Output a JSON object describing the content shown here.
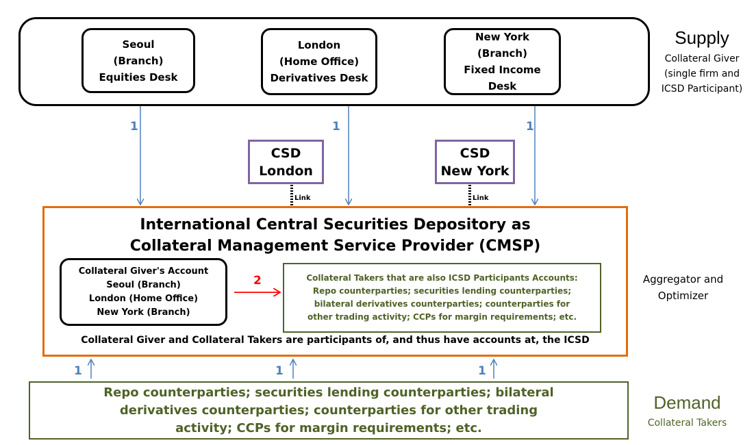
{
  "supply": {
    "heading": "Supply",
    "subtitle": "Collateral Giver\n(single firm and\nICSD Participant)",
    "offices": [
      {
        "label": "Seoul\n(Branch)\nEquities Desk"
      },
      {
        "label": "London\n(Home Office)\nDerivatives Desk"
      },
      {
        "label": "New York\n(Branch)\nFixed Income\nDesk"
      }
    ]
  },
  "csds": [
    {
      "label": "CSD\nLondon",
      "link_label": "Link"
    },
    {
      "label": "CSD\nNew York",
      "link_label": "Link"
    }
  ],
  "icsd": {
    "title": "International Central Securities Depository as\nCollateral Management Service Provider (CMSP)",
    "giver_account": "Collateral Giver's Account\nSeoul (Branch)\nLondon (Home Office)\nNew York (Branch)",
    "takers_accounts": "Collateral Takers that are also ICSD Participants Accounts:\nRepo counterparties; securities lending counterparties;\nbilateral derivatives counterparties; counterparties for\nother trading activity; CCPs for margin requirements; etc.",
    "footnote": "Collateral Giver and Collateral Takers are participants of, and thus have accounts at, the ICSD",
    "side_label": "Aggregator and\nOptimizer"
  },
  "demand": {
    "heading": "Demand",
    "subtitle": "Collateral Takers",
    "text": "Repo counterparties; securities lending counterparties; bilateral\nderivatives counterparties; counterparties for other trading\nactivity; CCPs for margin requirements; etc."
  },
  "step_labels": {
    "supply_flow": "1",
    "demand_flow": "1",
    "internal_transfer": "2"
  },
  "colors": {
    "supply_arrow": "#4f81bd",
    "demand_text": "#4f6228",
    "icsd_border": "#e46c0a",
    "csd_border": "#8064a2",
    "transfer_arrow": "#ff0000"
  }
}
